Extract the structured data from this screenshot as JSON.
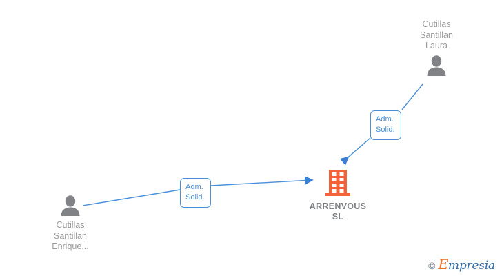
{
  "diagram": {
    "type": "corporate-relationship-graph",
    "background_color": "#ffffff",
    "edge_color": "#4a90d9",
    "company_color": "#f4623a",
    "person_color": "#808285",
    "label_color": "#9a9a9a"
  },
  "company": {
    "icon": "building-icon",
    "name_line_1": "ARRENVOUS",
    "name_line_2": "SL"
  },
  "people": [
    {
      "icon": "person-icon",
      "name_line_1": "Cutillas",
      "name_line_2": "Santillan",
      "name_line_3": "Laura",
      "position": "top-right"
    },
    {
      "icon": "person-icon",
      "name_line_1": "Cutillas",
      "name_line_2": "Santillan",
      "name_line_3": "Enrique...",
      "position": "bottom-left"
    }
  ],
  "edges": [
    {
      "from": "Cutillas Santillan Laura",
      "to": "ARRENVOUS SL",
      "role_line_1": "Adm.",
      "role_line_2": "Solid."
    },
    {
      "from": "Cutillas Santillan Enrique...",
      "to": "ARRENVOUS SL",
      "role_line_1": "Adm.",
      "role_line_2": "Solid."
    }
  ],
  "watermark": {
    "copyright": "©",
    "brand_initial": "E",
    "brand_rest": "mpresia"
  }
}
